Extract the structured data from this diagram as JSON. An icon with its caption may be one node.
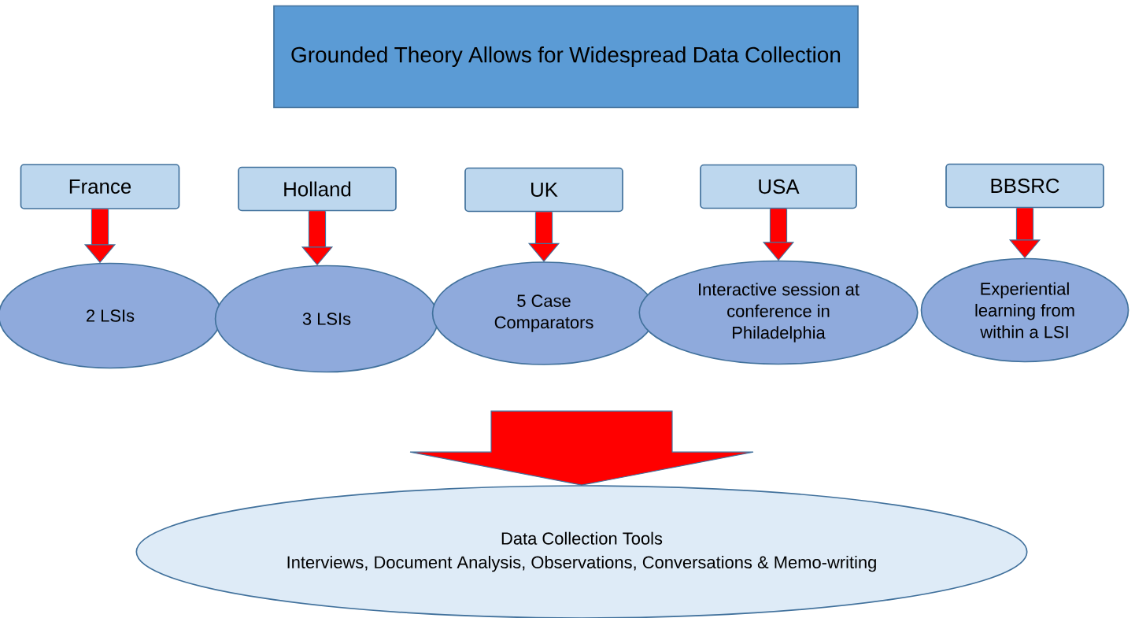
{
  "diagram": {
    "nodes": [
      {
        "text": [
          "Grounded Theory Allows for Widespread Data Collection"
        ]
      },
      {
        "text": [
          "France"
        ]
      },
      {
        "text": [
          "Holland"
        ]
      },
      {
        "text": [
          "UK"
        ]
      },
      {
        "text": [
          "USA"
        ]
      },
      {
        "text": [
          "BBSRC"
        ]
      },
      {
        "text": [
          "2 LSIs"
        ]
      },
      {
        "text": [
          "3 LSIs"
        ]
      },
      {
        "text": [
          "5 Case Comparators"
        ]
      },
      {
        "text": [
          "Interactive session at conference in Philadelphia"
        ]
      },
      {
        "text": [
          "Experiential learning from within a LSI"
        ]
      },
      {
        "text": [
          "Data Collection Tools",
          "Interviews, Document Analysis, Observations, Conversations & Memo-writing"
        ]
      }
    ],
    "edges": [
      {
        "from": 1,
        "to": 6,
        "arrow": "to"
      },
      {
        "from": 2,
        "to": 7,
        "arrow": "to"
      },
      {
        "from": 3,
        "to": 8,
        "arrow": "to"
      },
      {
        "from": 4,
        "to": 9,
        "arrow": "to"
      },
      {
        "from": 5,
        "to": 10,
        "arrow": "to"
      },
      {
        "from": null,
        "to": 11,
        "arrow": "to",
        "style": "thick"
      }
    ]
  }
}
